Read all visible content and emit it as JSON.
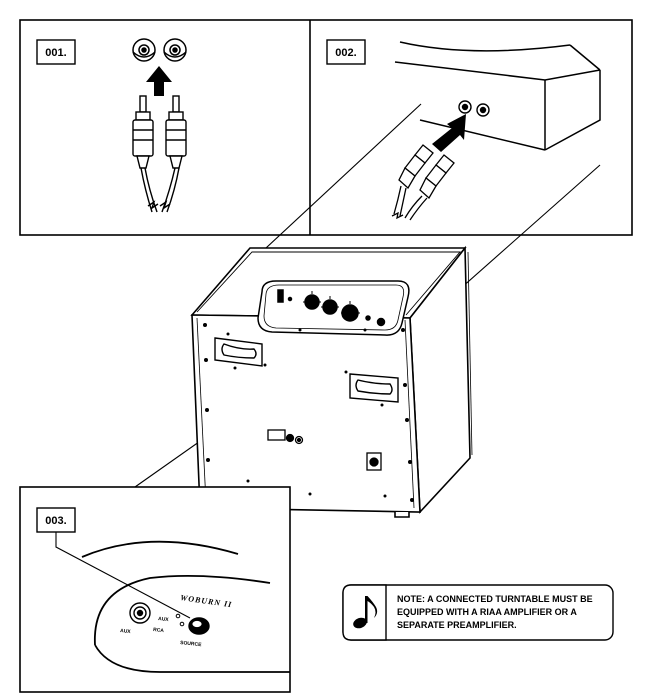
{
  "steps": [
    {
      "label": "001."
    },
    {
      "label": "002."
    },
    {
      "label": "003."
    }
  ],
  "device": {
    "brand": "WOBURN II",
    "jack_label_aux": "AUX",
    "led_label_aux": "AUX",
    "led_label_rca": "RCA",
    "button_label_source": "SOURCE"
  },
  "note": {
    "icon": "music-note-icon",
    "lines": [
      "NOTE: A CONNECTED TURNTABLE MUST BE",
      "EQUIPPED WITH A RIAA AMPLIFIER OR A",
      "SEPARATE PREAMPLIFIER."
    ]
  }
}
